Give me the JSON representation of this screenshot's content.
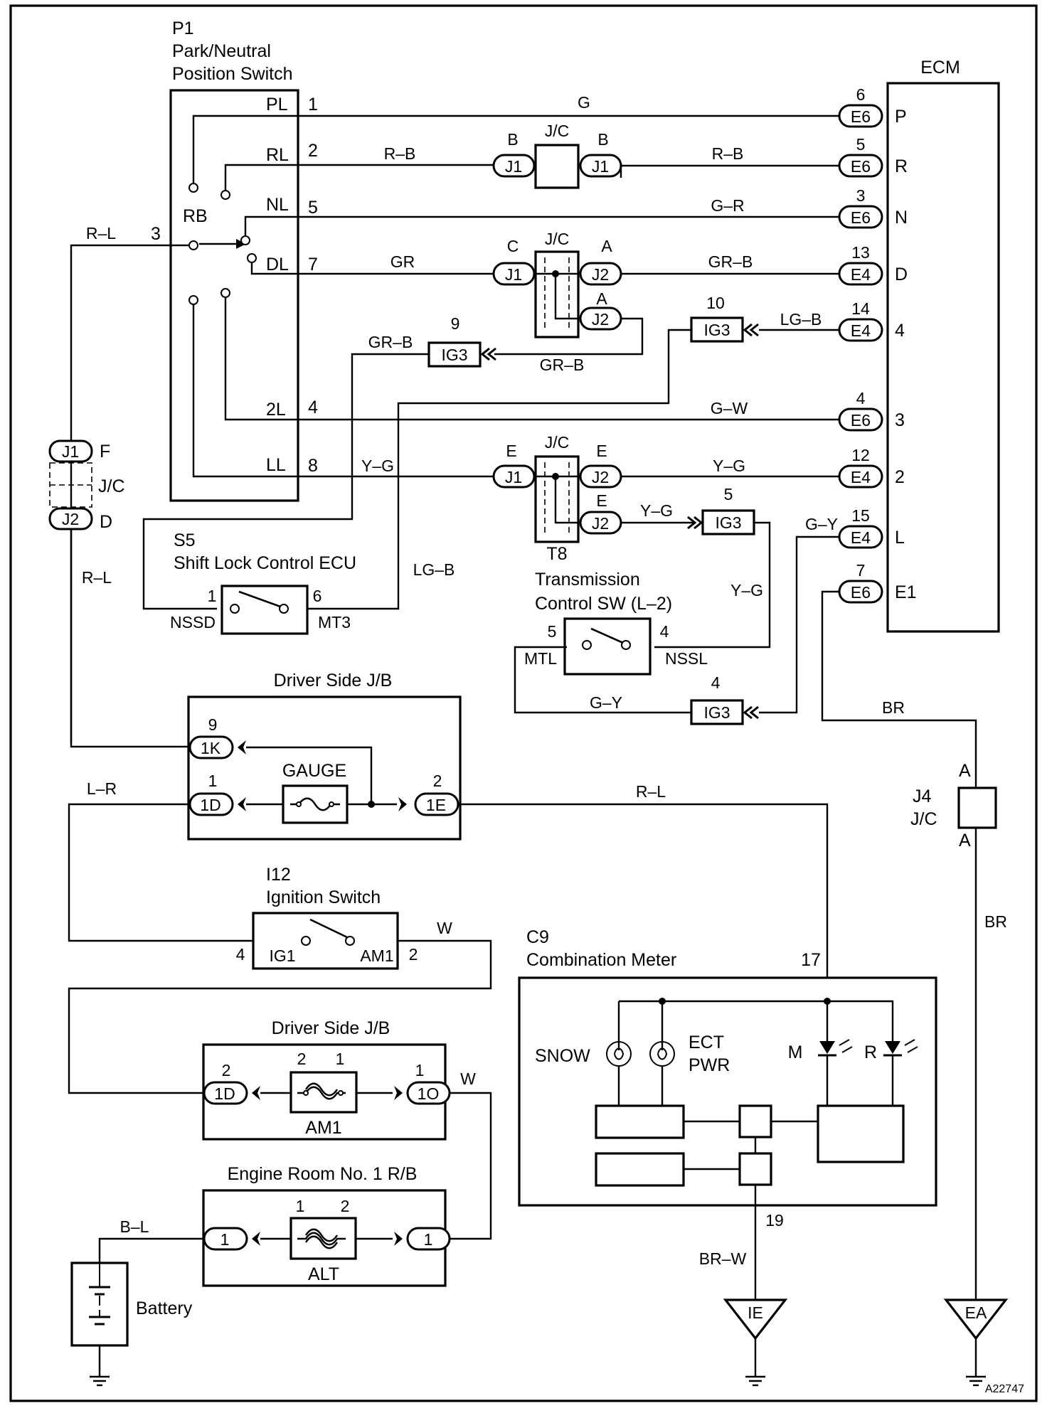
{
  "diagram_id": "A22747",
  "components": {
    "p1": {
      "ref": "P1",
      "name_line1": "Park/Neutral",
      "name_line2": "Position Switch"
    },
    "ecm": {
      "name": "ECM"
    },
    "s5": {
      "ref": "S5",
      "name": "Shift Lock Control ECU",
      "pin_left": "NSSD",
      "pin_right": "MT3"
    },
    "t8": {
      "ref": "T8",
      "name_line1": "Transmission",
      "name_line2": "Control SW (L–2)",
      "pin_left": "MTL",
      "pin_right": "NSSL"
    },
    "jb1": {
      "name": "Driver Side J/B",
      "fuse": "GAUGE"
    },
    "i12": {
      "ref": "I12",
      "name": "Ignition Switch",
      "pin_left": "IG1",
      "pin_right": "AM1"
    },
    "jb2": {
      "name": "Driver Side J/B",
      "fuse": "AM1"
    },
    "rb": {
      "name": "Engine Room No. 1 R/B",
      "fuse": "ALT"
    },
    "battery": {
      "name": "Battery"
    },
    "c9": {
      "ref": "C9",
      "name": "Combination Meter",
      "lamp_snow": "SNOW",
      "lamp_ect_line1": "ECT",
      "lamp_ect_line2": "PWR",
      "led_m": "M",
      "led_r": "R"
    },
    "j4": {
      "ref": "J4",
      "type": "J/C"
    },
    "grounds": {
      "ie": "IE",
      "ea": "EA"
    }
  },
  "p1_terminals": [
    {
      "label": "PL",
      "pin": "1"
    },
    {
      "label": "RL",
      "pin": "2"
    },
    {
      "label": "NL",
      "pin": "5"
    },
    {
      "label": "RB",
      "pin": "3"
    },
    {
      "label": "DL",
      "pin": "7"
    },
    {
      "label": "2L",
      "pin": "4"
    },
    {
      "label": "LL",
      "pin": "8"
    }
  ],
  "ecm_pins": [
    {
      "num": "6",
      "conn": "E6",
      "name": "P"
    },
    {
      "num": "5",
      "conn": "E6",
      "name": "R"
    },
    {
      "num": "3",
      "conn": "E6",
      "name": "N"
    },
    {
      "num": "13",
      "conn": "E4",
      "name": "D"
    },
    {
      "num": "14",
      "conn": "E4",
      "name": "4"
    },
    {
      "num": "4",
      "conn": "E6",
      "name": "3"
    },
    {
      "num": "12",
      "conn": "E4",
      "name": "2"
    },
    {
      "num": "15",
      "conn": "E4",
      "name": "L"
    },
    {
      "num": "7",
      "conn": "E6",
      "name": "E1"
    }
  ],
  "wires": {
    "pl": "G",
    "rl": "R–B",
    "rl_ecm": "R–B",
    "nl": "G–R",
    "rb_in": "R–L",
    "dl": "GR",
    "dl_ecm": "GR–B",
    "ig3_14": "LG–B",
    "ig3_9_left": "GR–B",
    "ig3_9_right": "GR–B",
    "two_l": "G–W",
    "ll": "Y–G",
    "ll_ecm": "Y–G",
    "j2_ig3_5": "Y–G",
    "ecm_15": "G–Y",
    "s5_right": "LG–B",
    "t8_up": "Y–G",
    "ig3_4": "G–Y",
    "jc_down": "R–L",
    "jb1_left": "L–R",
    "jb1_right": "R–L",
    "e1_down": "BR",
    "j4_down": "BR",
    "ign_w": "W",
    "jb2_w": "W",
    "batt": "B–L",
    "meter_gnd": "BR–W"
  },
  "connectors": {
    "j1": "J1",
    "j2": "J2",
    "jc": "J/C",
    "ig3": "IG3",
    "k1": "1K",
    "d1": "1D",
    "e1": "1E",
    "o1": "1O",
    "one": "1"
  },
  "labels": {
    "jc1_left": "B",
    "jc1_right": "B",
    "jc2_left": "C",
    "jc2_right1": "A",
    "jc2_right2": "A",
    "jc3_left": "E",
    "jc3_right1": "E",
    "jc3_right2": "E",
    "left_jc_top": "F",
    "left_jc_bottom": "D",
    "ig3_9": "9",
    "ig3_10": "10",
    "ig3_5": "5",
    "ig3_4": "4",
    "s5_pin1": "1",
    "s5_pin6": "6",
    "t8_pin5": "5",
    "t8_pin4": "4",
    "jb1_pin9": "9",
    "jb1_pin1": "1",
    "jb1_pin2": "2",
    "i12_pin4": "4",
    "i12_pin2": "2",
    "jb2_pin2": "2",
    "jb2_f2": "2",
    "jb2_f1": "1",
    "jb2_pin1": "1",
    "rb_f1": "1",
    "rb_f2": "2",
    "c9_pin17": "17",
    "c9_pin19": "19",
    "j4_top": "A",
    "j4_bottom": "A"
  }
}
